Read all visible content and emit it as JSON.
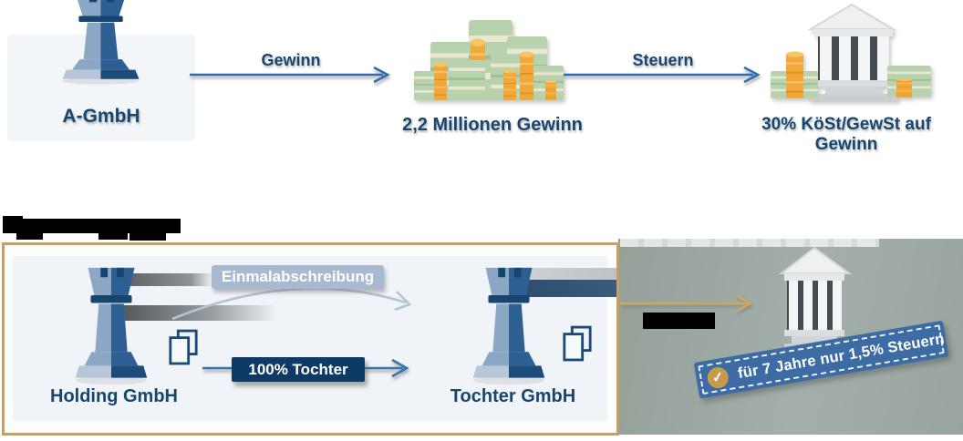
{
  "colors": {
    "navy_text": "#17466f",
    "arrow_blue": "#2f6cab",
    "gold_border": "#c2a262",
    "gold_arrow": "#cda85e",
    "banner_blue": "#3d6ca4",
    "check_gold": "#c79a4c",
    "writeoff_pill_blue": "#a7bad2",
    "ownership_pill_navy": "#0e3a66",
    "gray_background": "#9aa49f"
  },
  "top_flow": {
    "company_label": "A-GmbH",
    "profit_arrow_label": "Gewinn",
    "money_label": "2,2 Millionen Gewinn",
    "tax_arrow_label": "Steuern",
    "bank_label": "30% KöSt/GewSt auf Gewinn"
  },
  "holding_flow": {
    "writeoff_label": "Einmalabschreibung",
    "holding_company_label": "Holding GmbH",
    "ownership_arrow_label": "100% Tochter",
    "subsidiary_company_label": "Tochter GmbH",
    "tax_banner_label": "für 7 Jahre nur 1,5% Steuern"
  },
  "icons": {
    "check": "✓"
  }
}
